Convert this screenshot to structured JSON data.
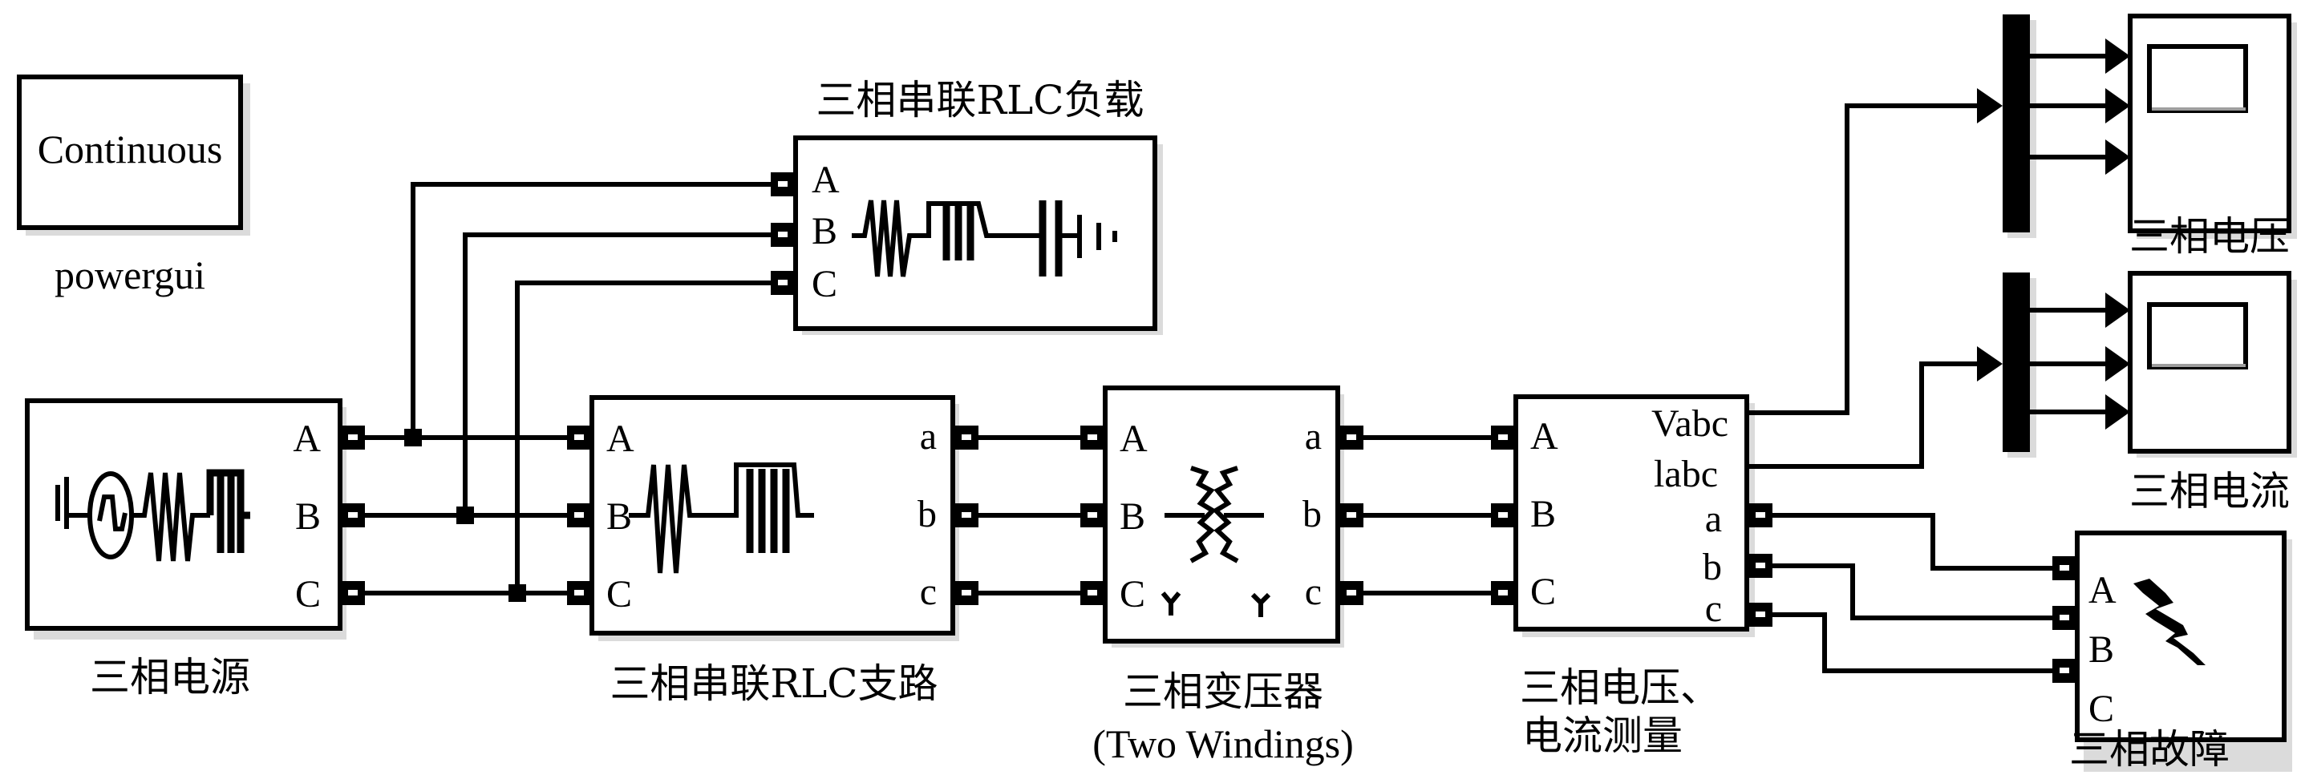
{
  "diagram": {
    "type": "Simulink SimPowerSystems model",
    "colors": {
      "line": "#000000",
      "background": "#ffffff",
      "shadow": "#bdbdbd"
    }
  },
  "powergui": {
    "mode": "Continuous",
    "label": "powergui"
  },
  "source": {
    "label": "三相电源",
    "ports": [
      "A",
      "B",
      "C"
    ],
    "icon": "three-phase-source-icon"
  },
  "rlc_load": {
    "label": "三相串联RLC负载",
    "ports": [
      "A",
      "B",
      "C"
    ],
    "icon": "rlc-load-icon"
  },
  "rlc_branch": {
    "label": "三相串联RLC支路",
    "in_ports": [
      "A",
      "B",
      "C"
    ],
    "out_ports": [
      "a",
      "b",
      "c"
    ],
    "icon": "rlc-branch-icon"
  },
  "transformer": {
    "label_line1": "三相变压器",
    "label_line2": "(Two Windings)",
    "in_ports": [
      "A",
      "B",
      "C"
    ],
    "out_ports": [
      "a",
      "b",
      "c"
    ],
    "icon": "transformer-icon"
  },
  "measurement": {
    "label_line1": "三相电压、",
    "label_line2": "电流测量",
    "in_ports": [
      "A",
      "B",
      "C"
    ],
    "signal_ports": [
      "Vabc",
      "labc"
    ],
    "out_ports": [
      "a",
      "b",
      "c"
    ]
  },
  "scope_voltage": {
    "label": "三相电压",
    "inputs": 3
  },
  "scope_current": {
    "label": "三相电流",
    "inputs": 3
  },
  "fault": {
    "label": "三相故障",
    "ports": [
      "A",
      "B",
      "C"
    ],
    "icon": "lightning-icon"
  }
}
